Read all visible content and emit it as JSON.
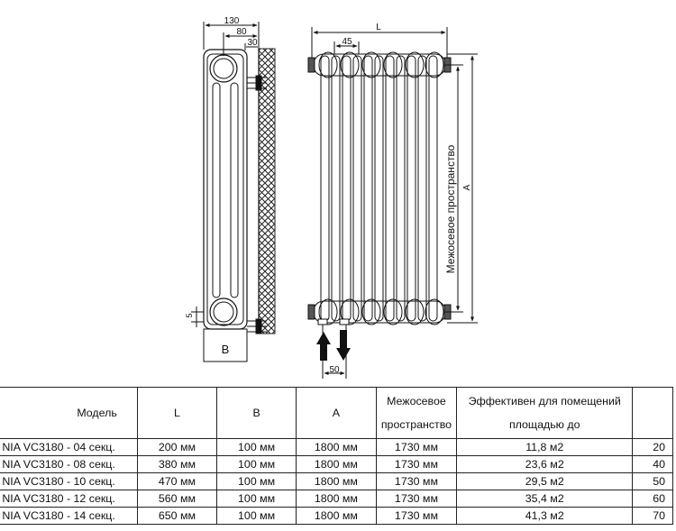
{
  "drawing": {
    "side_view": {
      "dim_total_depth": "130",
      "dim_pipe_offset": "80",
      "dim_wall_gap": "30",
      "dim_floor_gap": "5",
      "label_b": "B"
    },
    "front_view": {
      "dim_length": "L",
      "dim_section": "45",
      "dim_height": "A",
      "dim_axis_label": "Межосевое пространство",
      "dim_inlet_spacing": "50"
    }
  },
  "table": {
    "headers": {
      "model": "Модель",
      "l": "L",
      "b": "B",
      "a": "A",
      "axis_line1": "Межосевое",
      "axis_line2": "пространство",
      "area_line1": "Эффективен для помещений",
      "area_line2": "площадью до",
      "extra": ""
    },
    "rows": [
      {
        "model": "NIA VC3180 - 04 секц.",
        "l": "200 мм",
        "b": "100 мм",
        "a": "1800 мм",
        "axis": "1730 мм",
        "area": "11,8 м2",
        "extra": "20"
      },
      {
        "model": "NIA VC3180 - 08 секц.",
        "l": "380 мм",
        "b": "100 мм",
        "a": "1800 мм",
        "axis": "1730 мм",
        "area": "23,6 м2",
        "extra": "40"
      },
      {
        "model": "NIA VC3180 - 10 секц.",
        "l": "470 мм",
        "b": "100 мм",
        "a": "1800 мм",
        "axis": "1730 мм",
        "area": "29,5 м2",
        "extra": "50"
      },
      {
        "model": "NIA VC3180 - 12 секц.",
        "l": "560 мм",
        "b": "100 мм",
        "a": "1800 мм",
        "axis": "1730 мм",
        "area": "35,4 м2",
        "extra": "60"
      },
      {
        "model": "NIA VC3180 - 14 секц.",
        "l": "650 мм",
        "b": "100 мм",
        "a": "1800 мм",
        "axis": "1730 мм",
        "area": "41,3 м2",
        "extra": "70"
      }
    ]
  }
}
